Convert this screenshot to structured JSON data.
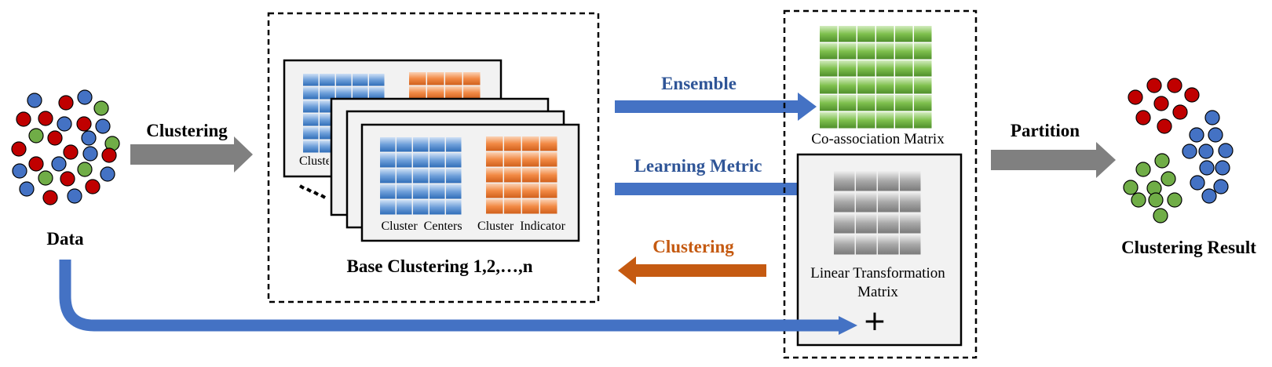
{
  "input": {
    "label": "Data"
  },
  "step_clustering": {
    "label": "Clustering"
  },
  "base_clustering": {
    "title": "Base Clustering 1,2,…,n",
    "centers_label": "Cluster  Centers",
    "indicator_label": "Cluster  Indicator",
    "back_card_partial": "Cluste"
  },
  "arrows": {
    "ensemble": "Ensemble",
    "learning_metric": "Learning Metric",
    "clustering_back": "Clustering"
  },
  "coassoc": {
    "label": "Co-association Matrix"
  },
  "linear": {
    "label_line1": "Linear Transformation",
    "label_line2": "Matrix",
    "plus": "+"
  },
  "step_partition": {
    "label": "Partition"
  },
  "result": {
    "label": "Clustering Result"
  },
  "colors": {
    "red": "#c00000",
    "blue": "#4472c4",
    "green": "#70ad47",
    "orange": "#ed7d31",
    "arrow_blue": "#4472c4",
    "arrow_orange": "#c55a11",
    "arrow_gray": "#808080",
    "text_blue": "#2f5597",
    "text_orange": "#c55a11"
  }
}
